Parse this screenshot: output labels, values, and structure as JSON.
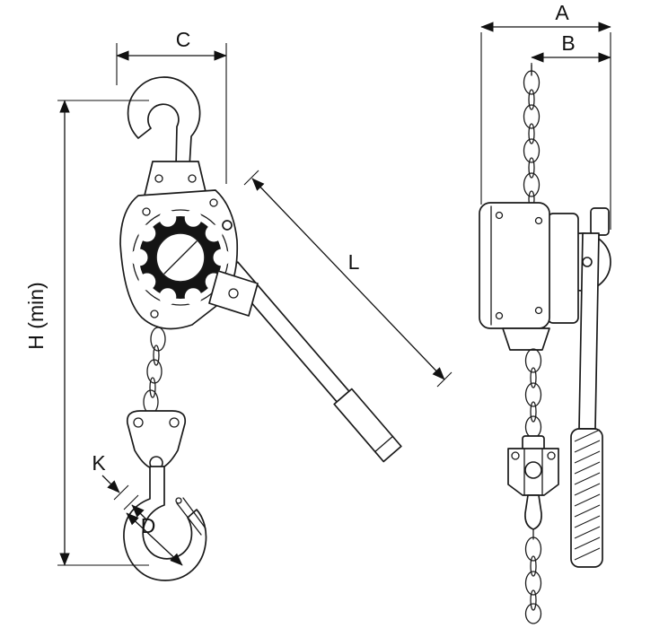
{
  "drawing": {
    "colors": {
      "line": "#1a1a1a",
      "background": "#ffffff",
      "gear_ring": "#141414"
    },
    "dimension_labels": {
      "c": "C",
      "a": "A",
      "b": "B",
      "h_min": "H (min)",
      "l": "L",
      "k": "K",
      "d": "D"
    }
  }
}
